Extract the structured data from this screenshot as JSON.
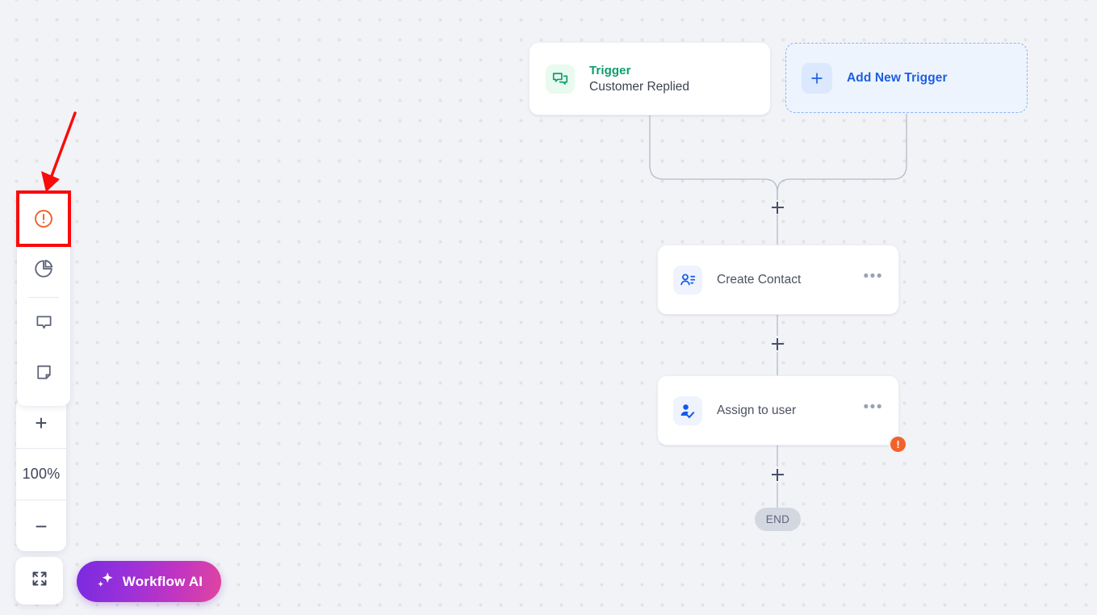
{
  "canvas": {
    "background_color": "#f1f3f7",
    "dot_color": "#e3e3e1"
  },
  "trigger_card": {
    "icon": "chat-bubbles-icon",
    "kicker": "Trigger",
    "name": "Customer Replied",
    "accent_color": "#0a9e6a"
  },
  "add_trigger": {
    "icon": "plus-icon",
    "label": "Add New Trigger",
    "accent_color": "#1d5fe0"
  },
  "nodes": [
    {
      "id": "create-contact",
      "icon": "contact-card-icon",
      "label": "Create Contact",
      "menu": "•••",
      "has_error": false
    },
    {
      "id": "assign-user",
      "icon": "user-check-icon",
      "label": "Assign to user",
      "menu": "•••",
      "has_error": true,
      "error_glyph": "!",
      "error_color": "#f2622b"
    }
  ],
  "end_node": {
    "label": "END"
  },
  "connector_handles": [
    {
      "name": "add-step-after-triggers"
    },
    {
      "name": "add-step-after-create-contact"
    },
    {
      "name": "add-step-after-assign-user"
    }
  ],
  "tool_sidebar": {
    "items": [
      {
        "name": "alert-circle-icon",
        "tooltip": "Issues",
        "active": true,
        "color": "#f2622b"
      },
      {
        "name": "pie-chart-icon",
        "tooltip": "Stats",
        "active": false,
        "color": "#5d6479"
      },
      {
        "name": "chat-bubble-icon",
        "tooltip": "Comments",
        "active": false,
        "color": "#5d6479"
      },
      {
        "name": "note-icon",
        "tooltip": "Notes",
        "active": false,
        "color": "#5d6479"
      }
    ]
  },
  "zoom_control": {
    "zoom_in_label": "+",
    "level": "100%",
    "zoom_out_label": "−"
  },
  "bottom_bar": {
    "fullscreen_icon": "fullscreen-icon",
    "workflow_ai_label": "Workflow AI",
    "workflow_ai_icon": "sparkle-icon"
  },
  "annotation": {
    "color": "#fb0a0a",
    "target": "alert-circle-icon"
  }
}
